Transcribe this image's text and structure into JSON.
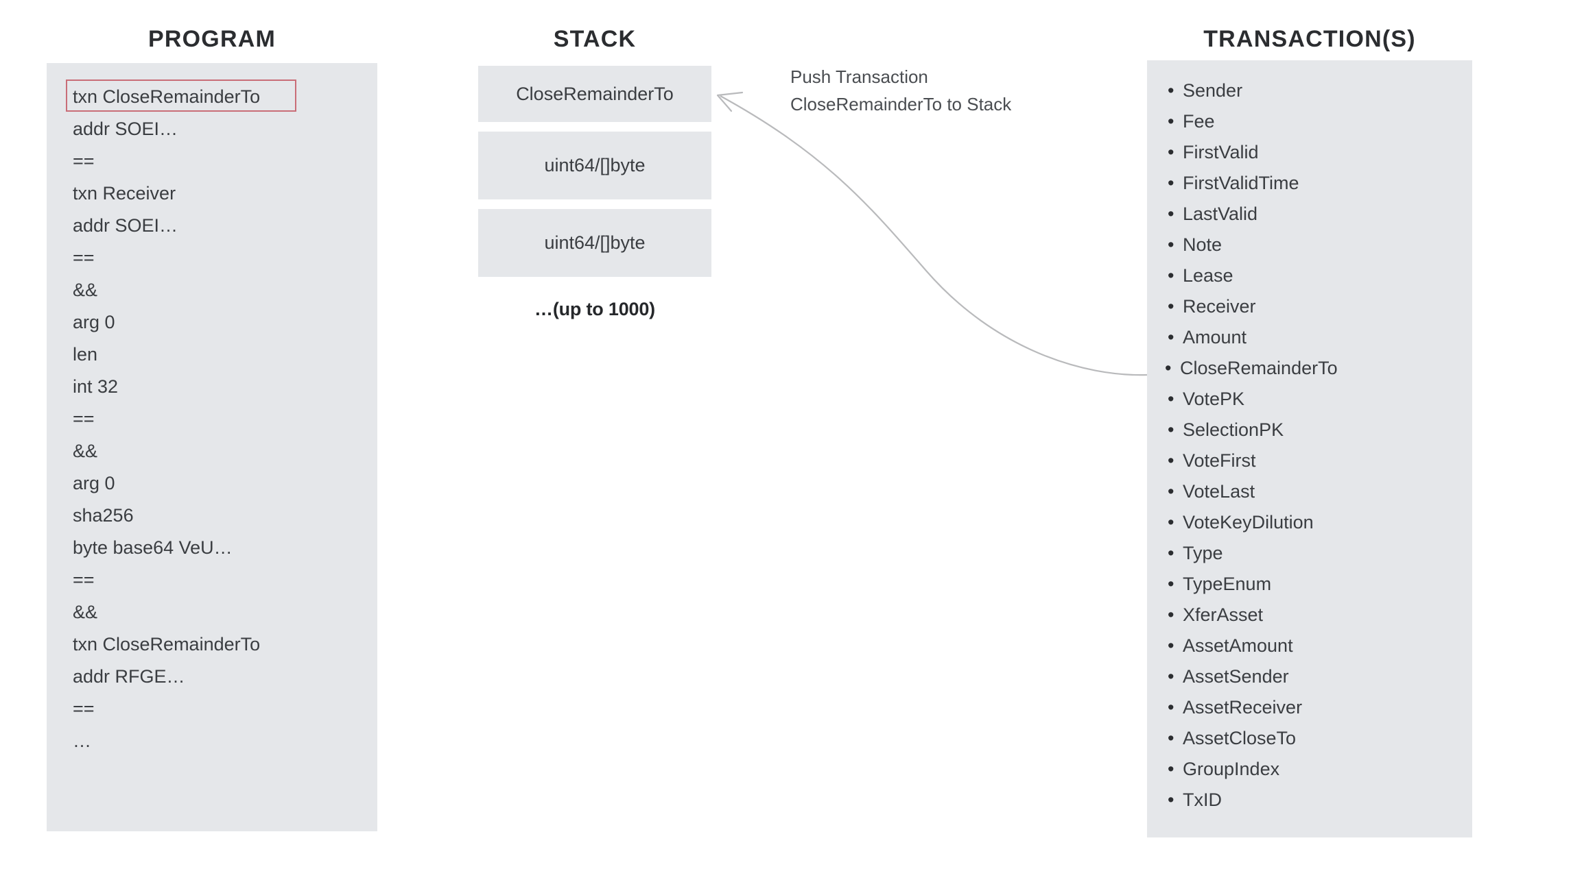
{
  "columns": {
    "program": {
      "title": "PROGRAM"
    },
    "stack": {
      "title": "STACK"
    },
    "transactions": {
      "title": "TRANSACTION(S)"
    }
  },
  "program": {
    "instructions": [
      "txn CloseRemainderTo",
      "addr SOEI…",
      "==",
      "txn Receiver",
      "addr SOEI…",
      "==",
      "&&",
      "arg 0",
      "len",
      "int 32",
      "==",
      "&&",
      "arg 0",
      "sha256",
      "byte base64 VeU…",
      "==",
      "&&",
      "txn CloseRemainderTo",
      "addr RFGE…",
      "==",
      "…"
    ],
    "highlighted_index": 0,
    "highlight_color": "#c96d77"
  },
  "stack": {
    "cells": [
      "CloseRemainderTo",
      "uint64/[]byte",
      "uint64/[]byte"
    ],
    "more_label": "…(up to 1000)"
  },
  "annotation": {
    "line1": "Push Transaction",
    "line2": "CloseRemainderTo to Stack"
  },
  "arrow": {
    "name": "push-to-stack-arrow",
    "color": "#b9babc",
    "from": "transaction-field-closeremainderto",
    "to": "stack-cell-closeremainderto"
  },
  "transactions": {
    "fields": [
      "Sender",
      "Fee",
      "FirstValid",
      "FirstValidTime",
      "LastValid",
      "Note",
      "Lease",
      "Receiver",
      "Amount",
      "CloseRemainderTo",
      "VotePK",
      "SelectionPK",
      "VoteFirst",
      "VoteLast",
      "VoteKeyDilution",
      "Type",
      "TypeEnum",
      "XferAsset",
      "AssetAmount",
      "AssetSender",
      "AssetReceiver",
      "AssetCloseTo",
      "GroupIndex",
      "TxID"
    ],
    "linked_field_index": 9
  },
  "theme": {
    "panel_background": "#e5e7ea",
    "page_background": "#ffffff",
    "text_color": "#3a3d41",
    "title_color": "#2b2d30"
  }
}
